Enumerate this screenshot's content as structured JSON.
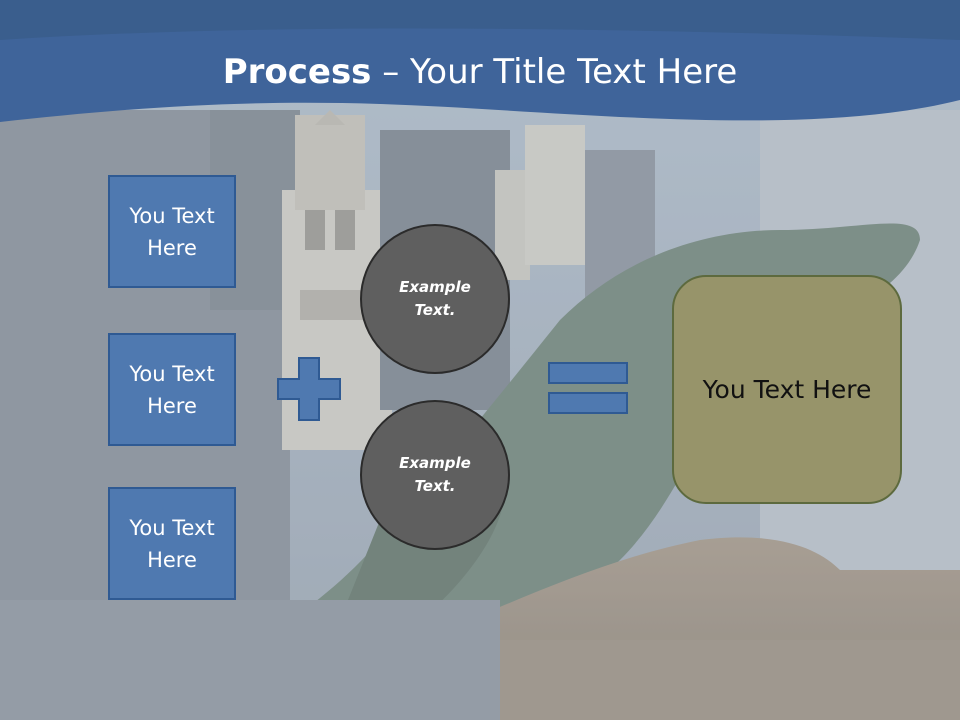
{
  "title": {
    "bold": "Process",
    "rest": " – Your Title Text Here"
  },
  "left_boxes": [
    {
      "label": "You Text Here"
    },
    {
      "label": "You Text Here"
    },
    {
      "label": "You Text Here"
    }
  ],
  "circles": [
    {
      "label": "Example Text."
    },
    {
      "label": "Example Text."
    }
  ],
  "result_box": {
    "label": "You Text Here"
  },
  "colors": {
    "header_blue": "#3f649a",
    "box_blue": "#4f79b0",
    "box_border": "#2f5a93",
    "circle_fill": "#5f5f5f",
    "result_fill": "#97946a"
  },
  "icons": {
    "plus": "plus-icon",
    "equals": "equals-icon"
  }
}
